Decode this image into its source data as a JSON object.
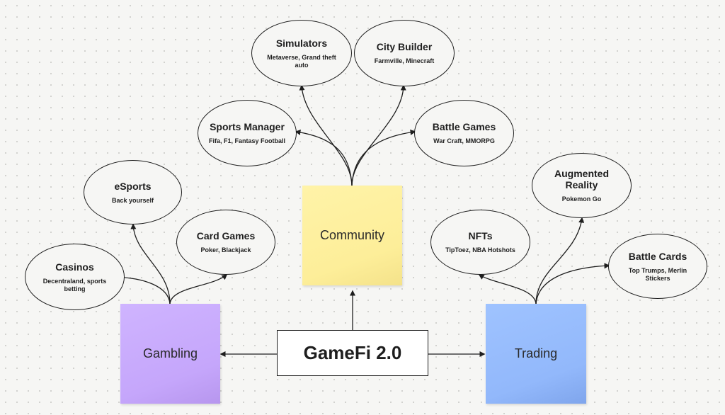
{
  "center": {
    "label": "GameFi 2.0"
  },
  "hubs": {
    "community": {
      "label": "Community",
      "color": "#fdee99"
    },
    "gambling": {
      "label": "Gambling",
      "color": "#c5a6fb"
    },
    "trading": {
      "label": "Trading",
      "color": "#92b8fb"
    }
  },
  "nodes": {
    "simulators": {
      "title": "Simulators",
      "examples": "Metaverse, Grand theft auto"
    },
    "city_builder": {
      "title": "City Builder",
      "examples": "Farmville, Minecraft"
    },
    "sports_manager": {
      "title": "Sports Manager",
      "examples": "Fifa, F1, Fantasy Football"
    },
    "battle_games": {
      "title": "Battle Games",
      "examples": "War Craft, MMORPG"
    },
    "esports": {
      "title": "eSports",
      "examples": "Back yourself"
    },
    "card_games": {
      "title": "Card Games",
      "examples": "Poker, Blackjack"
    },
    "casinos": {
      "title": "Casinos",
      "examples": "Decentraland, sports betting"
    },
    "augmented_reality": {
      "title": "Augmented Reality",
      "examples": "Pokemon Go"
    },
    "nfts": {
      "title": "NFTs",
      "examples": "TipToez, NBA Hotshots"
    },
    "battle_cards": {
      "title": "Battle Cards",
      "examples": "Top Trumps, Merlin Stickers"
    }
  },
  "style": {
    "line_color": "#1e1e1e",
    "background": "#f6f6f4"
  }
}
